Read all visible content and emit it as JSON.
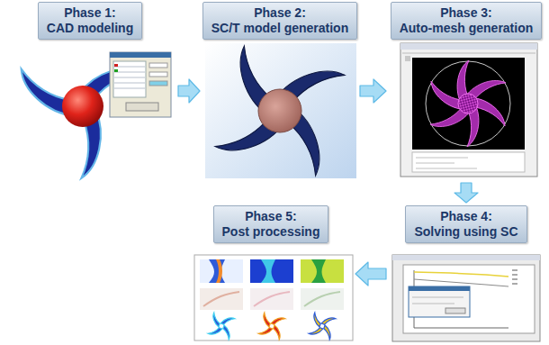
{
  "diagram": {
    "nodes": [
      {
        "text": [
          "Phase 1:",
          "CAD modeling"
        ]
      },
      {
        "text": [
          "Phase 2:",
          "SC/T model generation"
        ]
      },
      {
        "text": [
          "Phase 3:",
          "Auto-mesh generation"
        ]
      },
      {
        "text": [
          "Phase 4:",
          "Solving using SC"
        ]
      },
      {
        "text": [
          "Phase 5:",
          "Post processing"
        ]
      }
    ],
    "edges": [
      {
        "from": 0,
        "to": 1,
        "arrow": "to"
      },
      {
        "from": 1,
        "to": 2,
        "arrow": "to"
      },
      {
        "from": 2,
        "to": 3,
        "arrow": "to"
      },
      {
        "from": 3,
        "to": 4,
        "arrow": "to"
      }
    ]
  }
}
